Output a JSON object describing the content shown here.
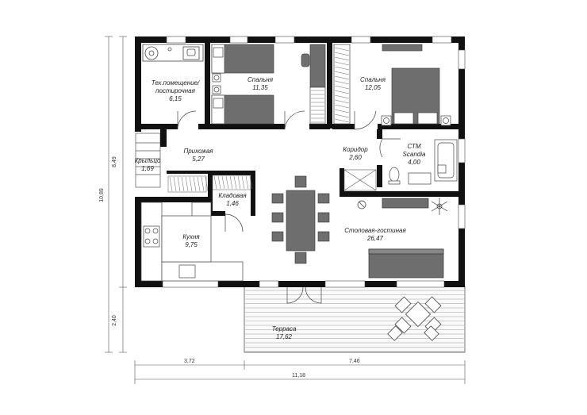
{
  "rooms": [
    {
      "id": "utility",
      "name": "Тех.помещение/\nпостирочная",
      "area": "6,15"
    },
    {
      "id": "bedroom1",
      "name": "Спальня",
      "area": "11,35"
    },
    {
      "id": "bedroom2",
      "name": "Спальня",
      "area": "12,05"
    },
    {
      "id": "hallway",
      "name": "Прихожая",
      "area": "5,27"
    },
    {
      "id": "corridor",
      "name": "Коридор",
      "area": "2,60"
    },
    {
      "id": "bathroom",
      "name": "СТМ\nScandia",
      "area": "4,00"
    },
    {
      "id": "porch",
      "name": "Крыльцо",
      "area": "1,69"
    },
    {
      "id": "pantry",
      "name": "Кладовая",
      "area": "1,46"
    },
    {
      "id": "kitchen",
      "name": "Кухня",
      "area": "9,75"
    },
    {
      "id": "living",
      "name": "Столовая-гостиная",
      "area": "26,47"
    },
    {
      "id": "terrace",
      "name": "Терраса",
      "area": "17,62"
    }
  ],
  "dimensions": {
    "left_upper": "8,49",
    "left_total": "10,89",
    "left_lower": "2,40",
    "bottom_left": "3,72",
    "bottom_right": "7,46",
    "bottom_total": "11,18"
  },
  "colors": {
    "wall": "#111111",
    "furniture": "#6e6e6e",
    "line": "#444444"
  }
}
